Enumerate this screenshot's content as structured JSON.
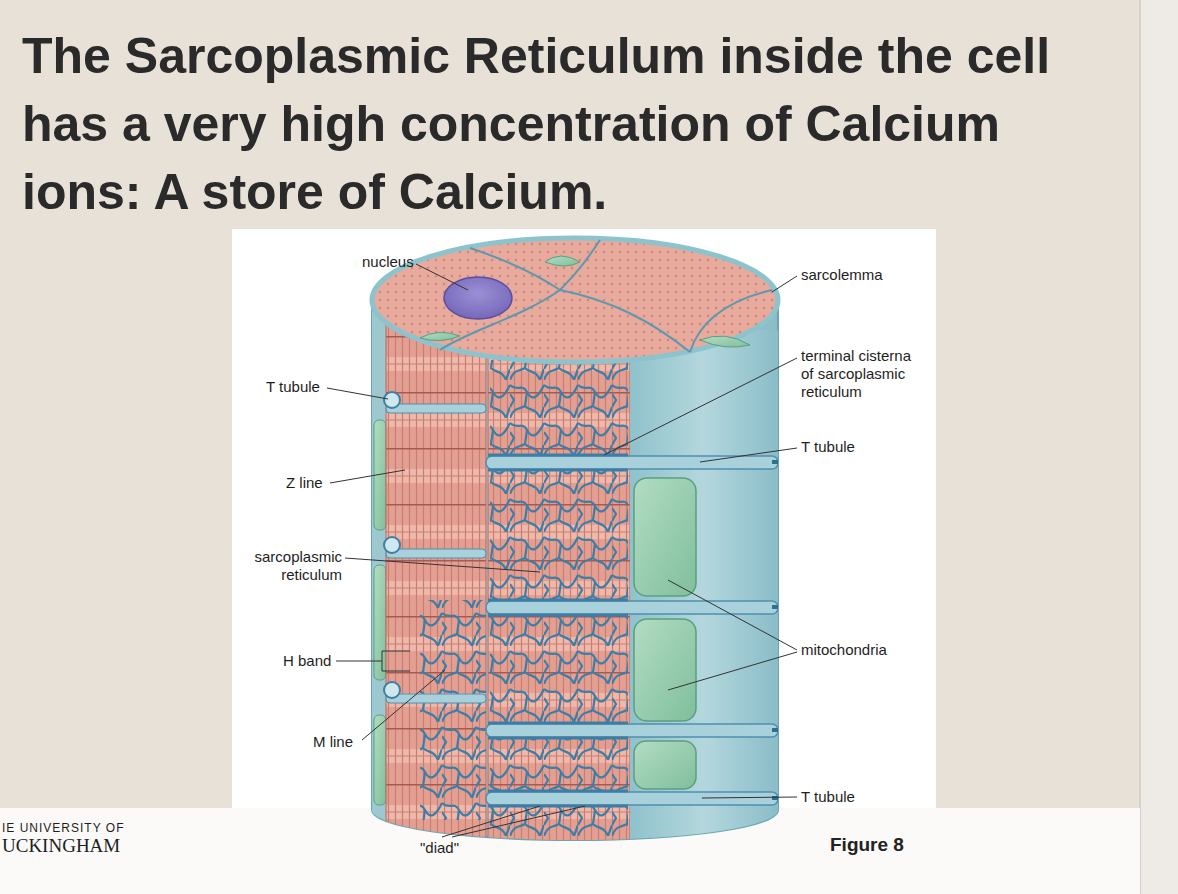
{
  "diagram": {
    "title": "The Sarcoplasmic Reticulum inside the cell has a very high concentration of Calcium ions: A store of Calcium.",
    "caption": "Figure 8",
    "labels": [
      "nucleus",
      "sarcolemma",
      "terminal cisterna of sarcoplasmic reticulum",
      "T tubule",
      "T tubule",
      "Z line",
      "sarcoplasmic reticulum",
      "H band",
      "mitochondria",
      "M line",
      "T tubule",
      "\"diad\"",
      "IE UNIVERSITY OF",
      "UCKINGHAM"
    ]
  }
}
